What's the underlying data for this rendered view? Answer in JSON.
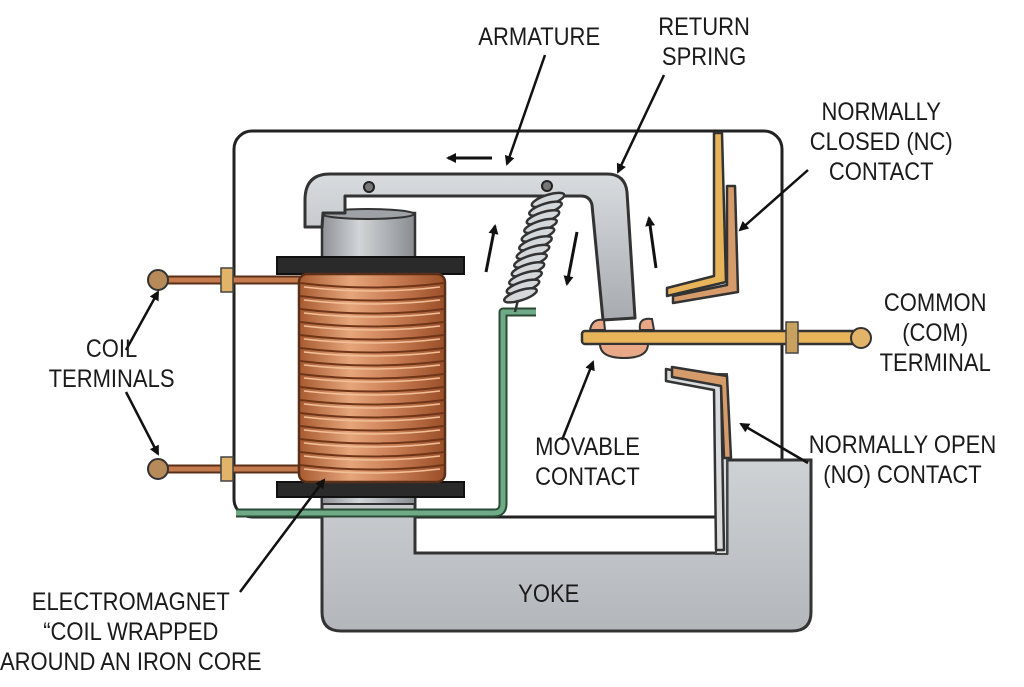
{
  "diagram": {
    "labels": {
      "armature": "ARMATURE",
      "return_spring": [
        "RETURN",
        "SPRING"
      ],
      "nc_contact": [
        "NORMALLY",
        "CLOSED (NC)",
        "CONTACT"
      ],
      "common_terminal": [
        "COMMON",
        "(COM)",
        "TERMINAL"
      ],
      "coil_terminals": [
        "COIL",
        "TERMINALS"
      ],
      "movable_contact": [
        "MOVABLE",
        "CONTACT"
      ],
      "no_contact": [
        "NORMALLY OPEN",
        "(NO) CONTACT"
      ],
      "yoke": "YOKE",
      "electromagnet": [
        "ELECTROMAGNET",
        "“COIL WRAPPED",
        "AROUND AN IRON CORE"
      ]
    },
    "colors": {
      "copper": "#c97a4a",
      "gold_contact": "#e8b45a",
      "steel": "#b8bcc0",
      "yoke": "#c4c7ca",
      "green_wire": "#5e9a76",
      "pole_plate": "#2a2a2a"
    }
  }
}
